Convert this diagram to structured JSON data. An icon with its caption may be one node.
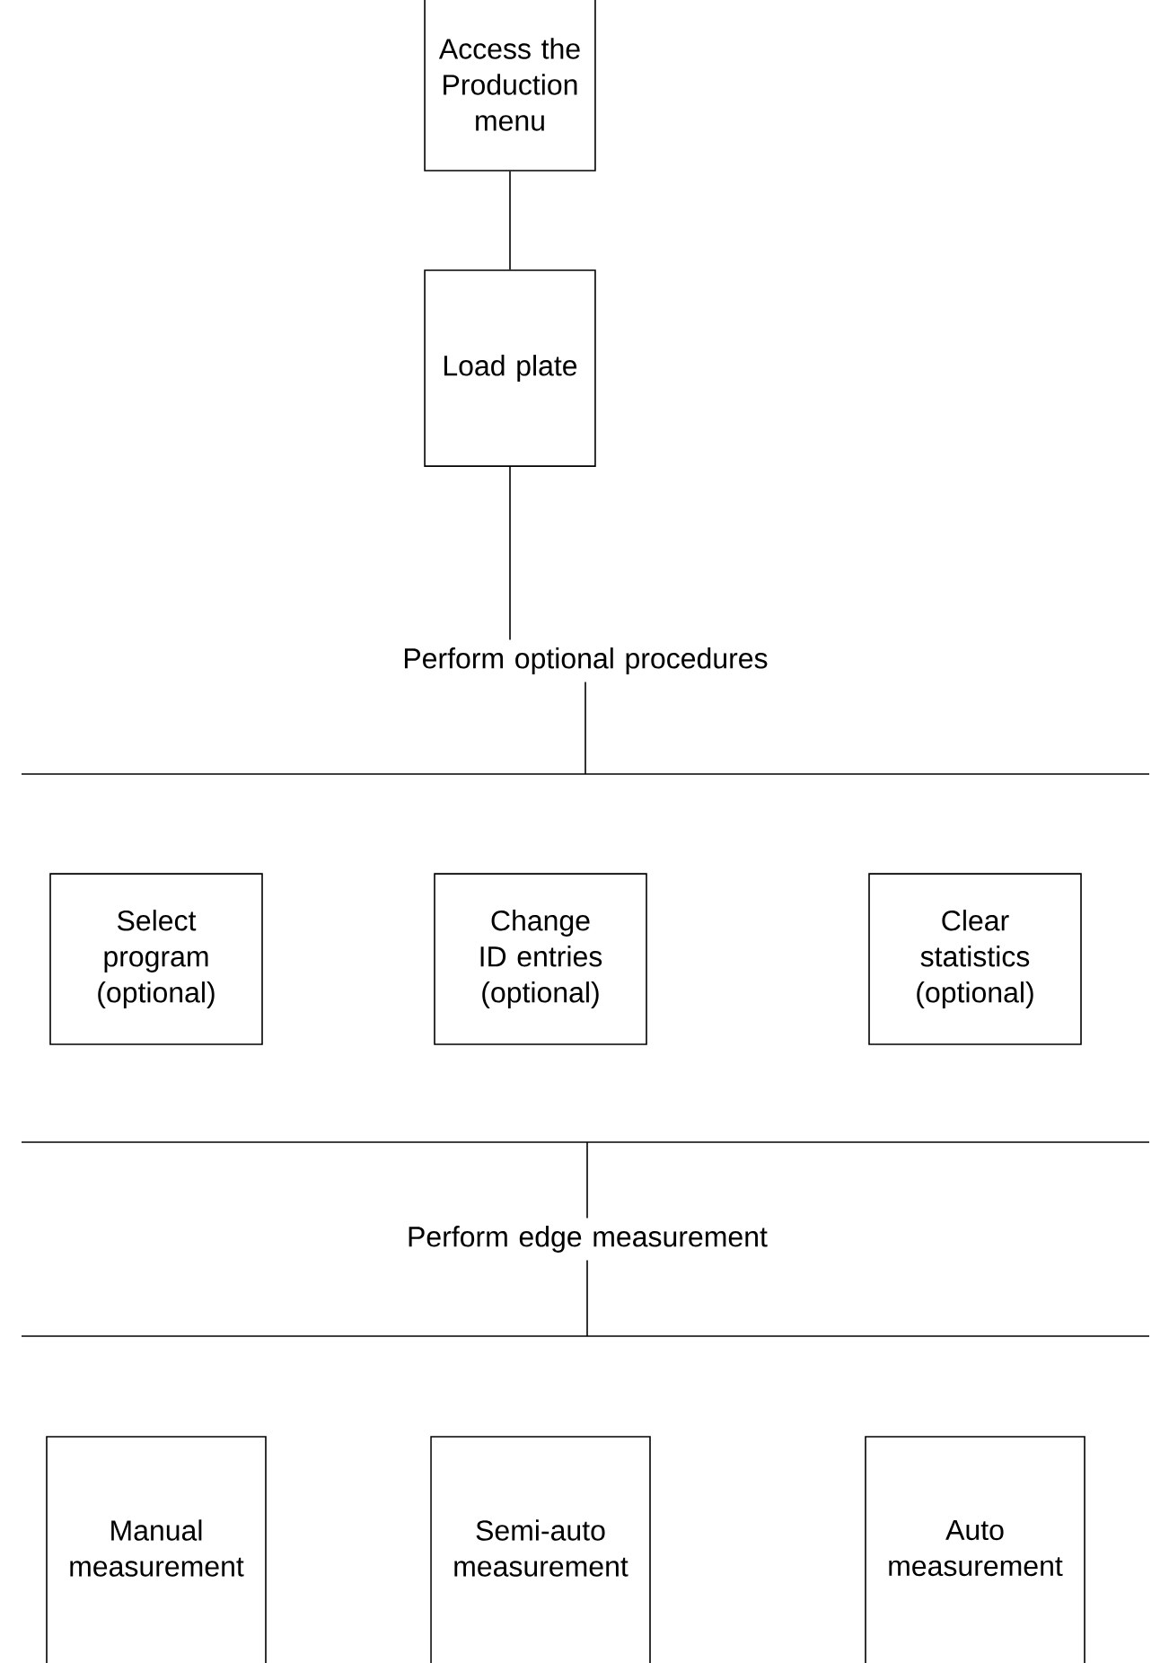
{
  "diagram": {
    "nodes": [
      {
        "text": [
          "Access the Production menu"
        ]
      },
      {
        "text": [
          "Load plate"
        ]
      },
      {
        "text": [
          "Perform optional procedures"
        ]
      },
      {
        "text": [
          "Select program (optional)"
        ]
      },
      {
        "text": [
          "Change ID entries (optional)"
        ]
      },
      {
        "text": [
          "Clear statistics (optional)"
        ]
      },
      {
        "text": [
          "Perform edge measurement"
        ]
      },
      {
        "text": [
          "Manual measurement"
        ]
      },
      {
        "text": [
          "Semi-auto measurement"
        ]
      },
      {
        "text": [
          "Auto measurement"
        ]
      }
    ],
    "edges": [
      {
        "from": 0,
        "to": 1,
        "arrow": "none"
      },
      {
        "from": 1,
        "to": 2,
        "arrow": "none"
      },
      {
        "from": 2,
        "to": null,
        "arrow": "none"
      },
      {
        "from": null,
        "to": 6,
        "arrow": "none"
      },
      {
        "from": 6,
        "to": null,
        "arrow": "none"
      }
    ]
  }
}
